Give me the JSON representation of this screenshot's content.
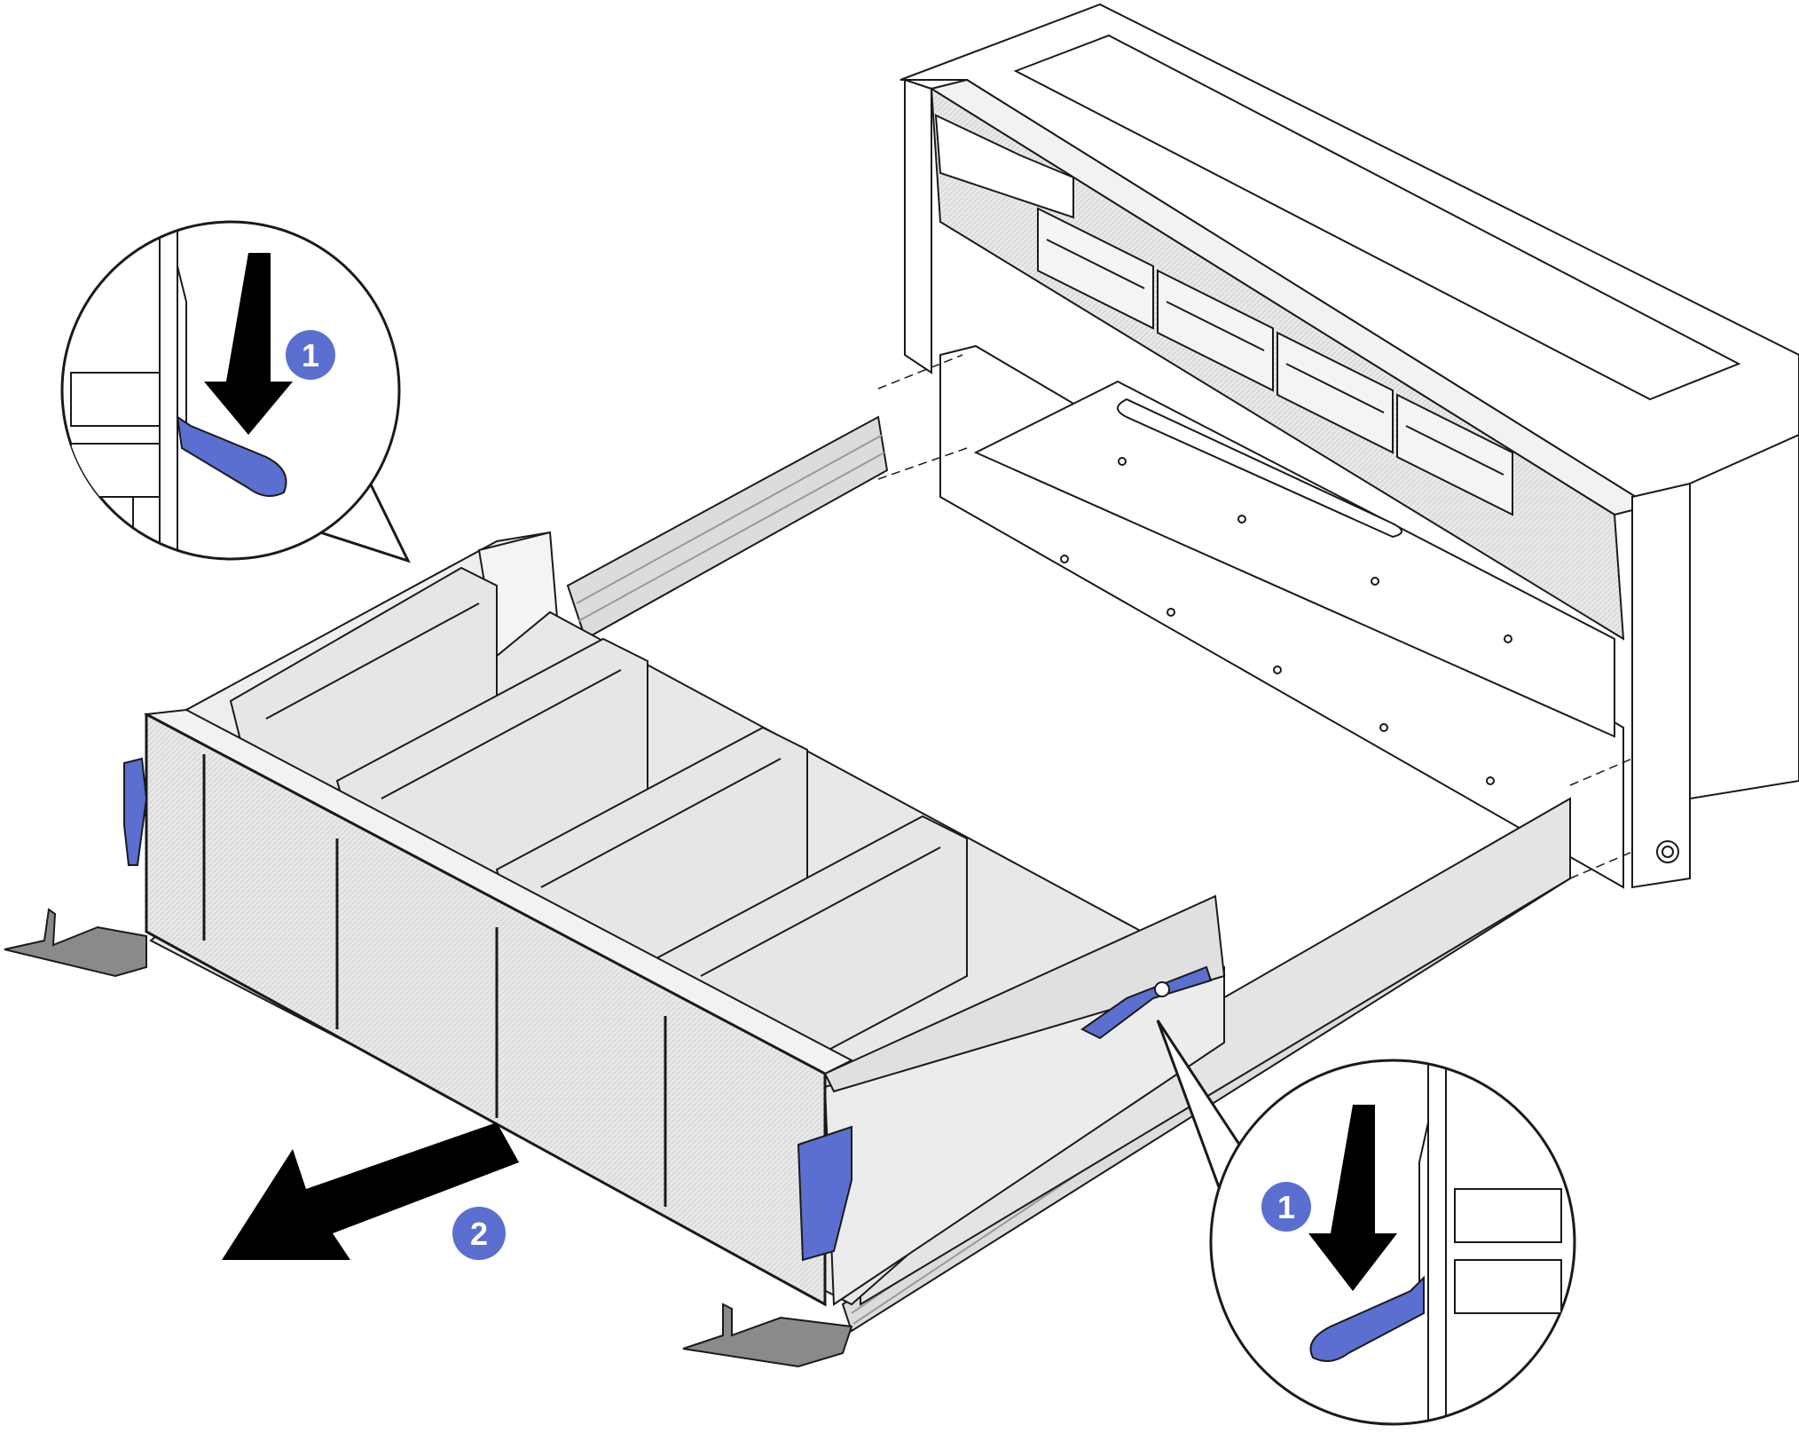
{
  "colors": {
    "accent": "#5a6fd0",
    "accent_dark": "#3f4f9e",
    "line": "#1a1a1a",
    "metal": "#e6e6e6",
    "metal_dark": "#c8c8c8",
    "latch": "#8a8a8a",
    "background": "#ffffff"
  },
  "callouts": [
    {
      "id": "release-latch-left",
      "step": "1",
      "icon": "down-arrow-icon"
    },
    {
      "id": "release-latch-right",
      "step": "1",
      "icon": "down-arrow-icon"
    }
  ],
  "steps": [
    {
      "number": "1",
      "action": "press-release-latch",
      "icon": "down-arrow-icon"
    },
    {
      "number": "2",
      "action": "slide-cage-out",
      "icon": "left-arrow-icon"
    }
  ]
}
